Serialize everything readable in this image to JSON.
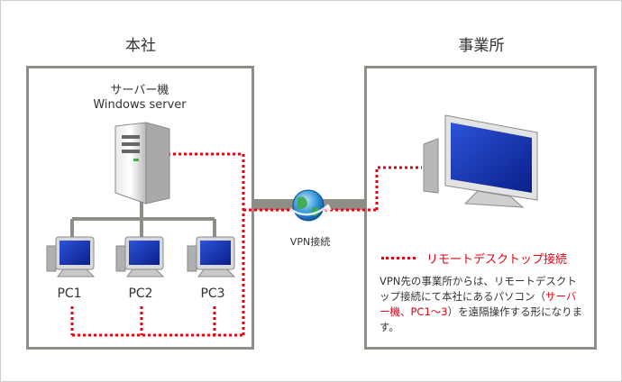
{
  "sites": {
    "hq_title": "本社",
    "branch_title": "事業所"
  },
  "server": {
    "line1": "サーバー機",
    "line2": "Windows server"
  },
  "pcs": [
    {
      "label": "PC1"
    },
    {
      "label": "PC2"
    },
    {
      "label": "PC3"
    }
  ],
  "vpn": {
    "label": "VPN接続"
  },
  "legend": {
    "label": "リモートデスクトップ接続",
    "color": "#e60012"
  },
  "description": {
    "part1": "VPN先の事業所からは、リモートデスクトップ接続にて本社にあるパソコン（",
    "highlight": "サーバー機、PC1～3",
    "part2": "）を遠隔操作する形になります。"
  },
  "colors": {
    "box_border": "#8e8e86",
    "network_line": "#8e8e86",
    "remote_line": "#e60012",
    "screen_blue": "#1f3fb8"
  },
  "icons": [
    "server-icon",
    "monitor-icon",
    "globe-icon",
    "desktop-icon"
  ]
}
